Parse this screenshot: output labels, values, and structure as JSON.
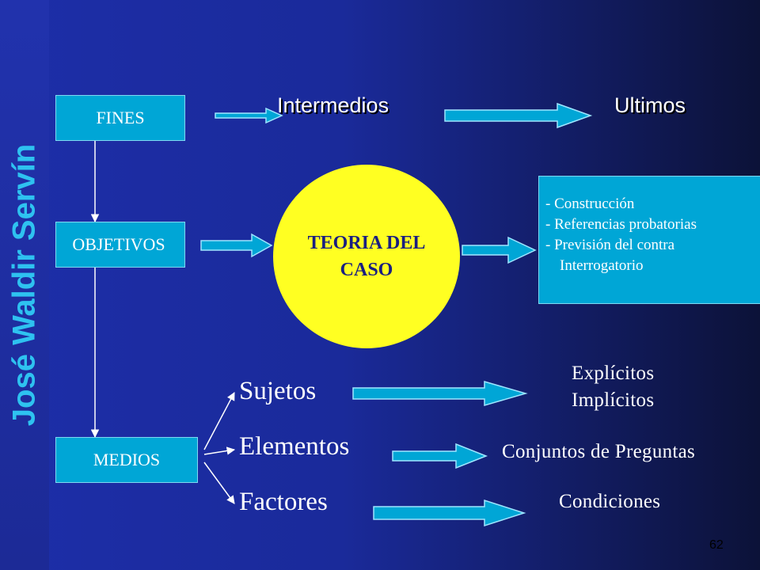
{
  "author": "José Waldir Servín",
  "boxes": {
    "fines": "FINES",
    "objetivos": "OBJETIVOS",
    "medios": "MEDIOS"
  },
  "headers": {
    "intermedios": "Intermedios",
    "ultimos": "Ultimos"
  },
  "center": {
    "line1": "TEORIA DEL",
    "line2": "CASO"
  },
  "notes": [
    "- Construcción",
    "- Referencias probatorias",
    "- Previsión del contra",
    "  Interrogatorio"
  ],
  "means": {
    "sujetos": "Sujetos",
    "elementos": "Elementos",
    "factores": "Factores"
  },
  "results": {
    "explicitos": "Explícitos",
    "implicitos": "Implícitos",
    "conjuntos": "Conjuntos de Preguntas",
    "condiciones": "Condiciones"
  },
  "page_number": "62",
  "colors": {
    "background": "#1d2ea8",
    "box": "#00a6d6",
    "circle": "#ffff22",
    "author": "#2ec2f0",
    "arrow": "#00a6d6"
  }
}
